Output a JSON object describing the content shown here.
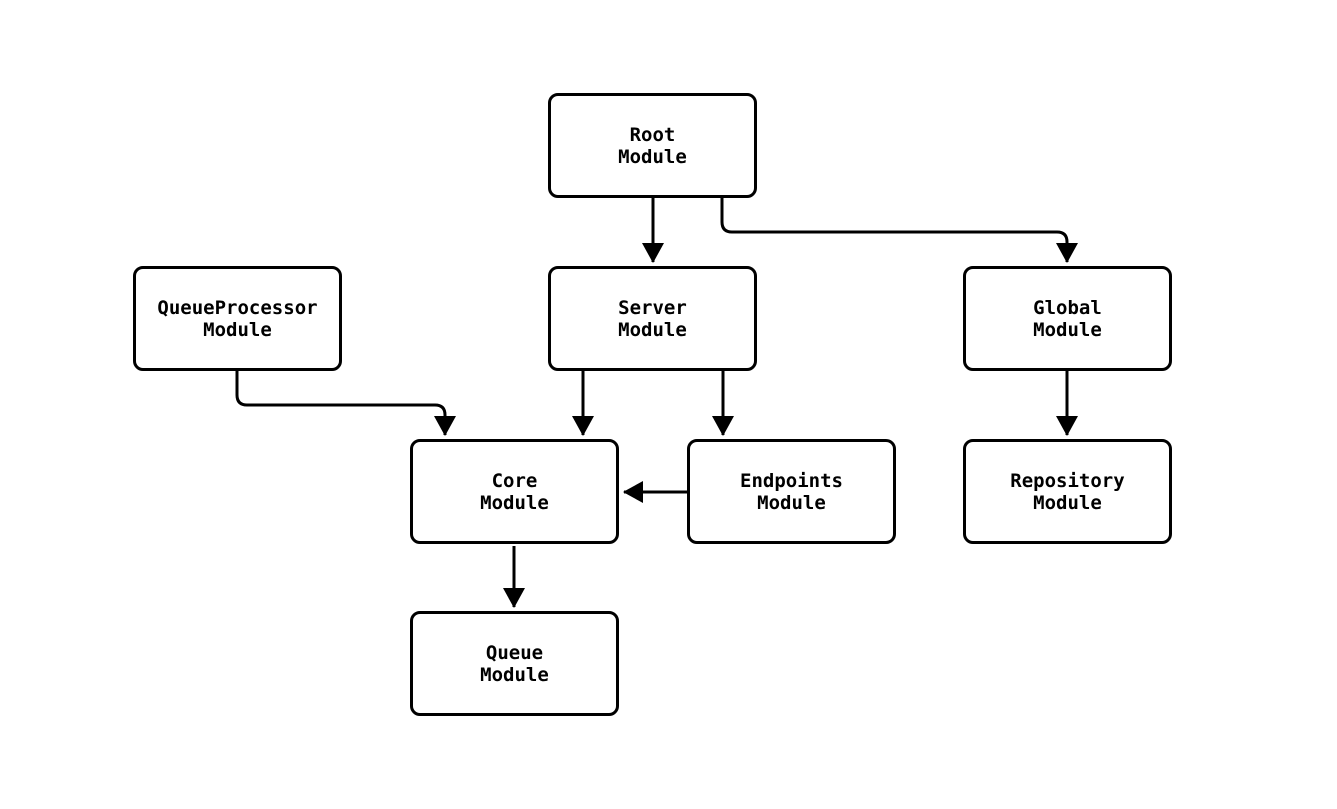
{
  "diagram": {
    "type": "flowchart",
    "background_color": "#ffffff",
    "node_fill_color": "#ffffff",
    "node_border_color": "#000000",
    "text_color": "#000000",
    "arrow_color": "#000000",
    "nodes": {
      "root": {
        "line1": "Root",
        "line2": "Module"
      },
      "queueProcessor": {
        "line1": "QueueProcessor",
        "line2": "Module"
      },
      "server": {
        "line1": "Server",
        "line2": "Module"
      },
      "global": {
        "line1": "Global",
        "line2": "Module"
      },
      "core": {
        "line1": "Core",
        "line2": "Module"
      },
      "endpoints": {
        "line1": "Endpoints",
        "line2": "Module"
      },
      "repository": {
        "line1": "Repository",
        "line2": "Module"
      },
      "queue": {
        "line1": "Queue",
        "line2": "Module"
      }
    },
    "edges": [
      {
        "from": "Root Module",
        "to": "Server Module"
      },
      {
        "from": "Root Module",
        "to": "Global Module"
      },
      {
        "from": "QueueProcessor Module",
        "to": "Core Module"
      },
      {
        "from": "Server Module",
        "to": "Core Module"
      },
      {
        "from": "Server Module",
        "to": "Endpoints Module"
      },
      {
        "from": "Endpoints Module",
        "to": "Core Module"
      },
      {
        "from": "Global Module",
        "to": "Repository Module"
      },
      {
        "from": "Core Module",
        "to": "Queue Module"
      }
    ]
  }
}
